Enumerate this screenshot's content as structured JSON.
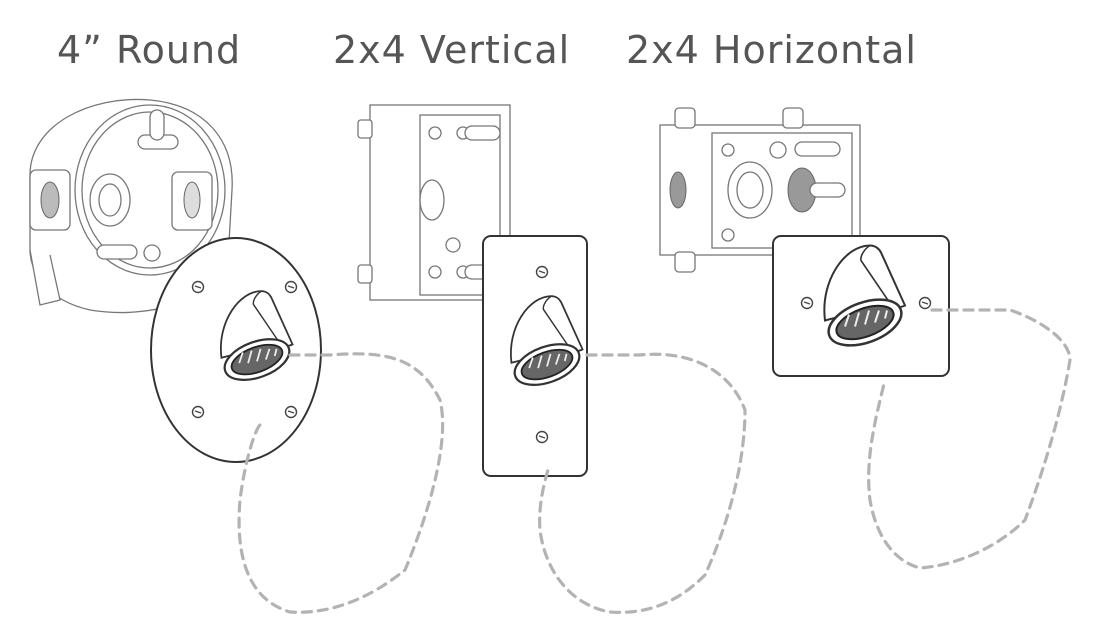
{
  "titles": {
    "round": "4” Round",
    "vertical": "2x4 Vertical",
    "horizontal": "2x4 Horizontal"
  },
  "colors": {
    "title": "#555555",
    "outline": "#333333",
    "wire": "#b3b3b3"
  }
}
